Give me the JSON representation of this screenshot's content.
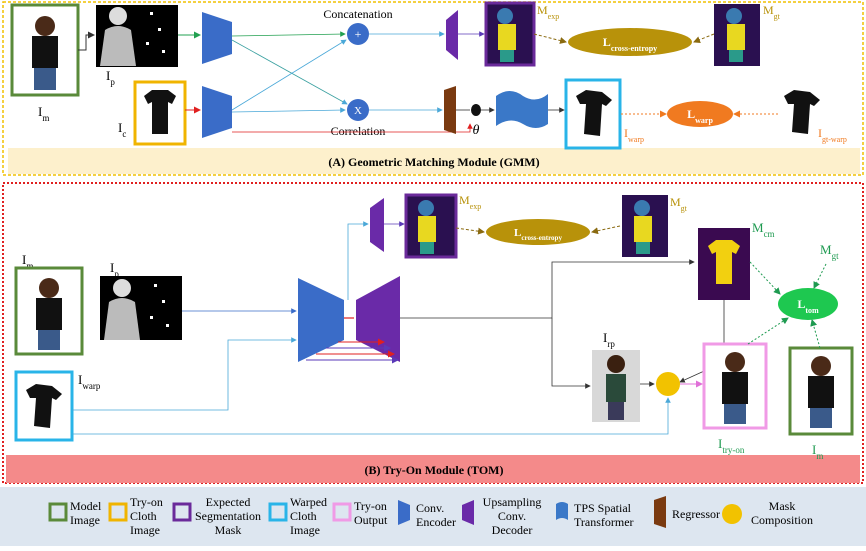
{
  "gmm": {
    "caption": "(A) Geometric Matching Module (GMM)",
    "concat_label": "Concatenation",
    "corr_label": "Correlation",
    "theta": "θ",
    "labels": {
      "im": "I",
      "im_sub": "m",
      "ip": "I",
      "ip_sub": "p",
      "ic": "I",
      "ic_sub": "c",
      "mexp": "M",
      "mexp_sub": "exp",
      "mgt": "M",
      "mgt_sub": "gt",
      "iwarp": "I",
      "iwarp_sub": "warp",
      "igtwarp": "I",
      "igtwarp_sub": "gt-warp"
    },
    "loss_ce": "L",
    "loss_ce_sub": "cross-entropy",
    "loss_warp": "L",
    "loss_warp_sub": "warp",
    "plus_symbol": "+",
    "times_symbol": "X"
  },
  "tom": {
    "caption": "(B) Try-On Module (TOM)",
    "labels": {
      "im": "I",
      "im_sub": "m",
      "ip": "I",
      "ip_sub": "p",
      "iwarp": "I",
      "iwarp_sub": "warp",
      "mexp": "M",
      "mexp_sub": "exp",
      "mgt": "M",
      "mgt_sub": "gt",
      "mcm": "M",
      "mcm_sub": "cm",
      "mgt2": "M",
      "mgt2_sub": "gt",
      "irp": "I",
      "irp_sub": "rp",
      "itryon": "I",
      "itryon_sub": "try-on",
      "im2": "I",
      "im2_sub": "m"
    },
    "loss_ce": "L",
    "loss_ce_sub": "cross-entropy",
    "loss_tom": "L",
    "loss_tom_sub": "tom"
  },
  "legend": {
    "model": [
      "Model",
      "Image"
    ],
    "tryon_cloth": [
      "Try-on",
      "Cloth",
      "Image"
    ],
    "seg_mask": [
      "Expected",
      "Segmentation",
      "Mask"
    ],
    "warped_cloth": [
      "Warped",
      "Cloth",
      "Image"
    ],
    "tryon_output": [
      "Try-on",
      "Output"
    ],
    "conv_encoder": [
      "Conv.",
      "Encoder"
    ],
    "upsampling": [
      "Upsampling",
      "Conv.",
      "Decoder"
    ],
    "tps": [
      "TPS Spatial",
      "Transformer"
    ],
    "regressor": [
      "Regressor"
    ],
    "mask_comp": [
      "Mask",
      "Composition"
    ]
  },
  "colors": {
    "model_frame": "#5a8a3a",
    "cloth_frame": "#f0b400",
    "mask_frame": "#6a2a9a",
    "warp_frame": "#29b4e8",
    "output_frame": "#f09ae6",
    "encoder": "#3a6cc8",
    "decoder": "#6a2aa8",
    "regressor": "#7a3a10",
    "mask_comp": "#f2c200",
    "loss_gold": "#b8920a",
    "loss_orange": "#f07a20",
    "loss_green": "#1ec850",
    "gmm_caption_bg": "#fdf0cc",
    "tom_caption_bg": "#f48a8a",
    "legend_bg": "#dde6f0"
  }
}
